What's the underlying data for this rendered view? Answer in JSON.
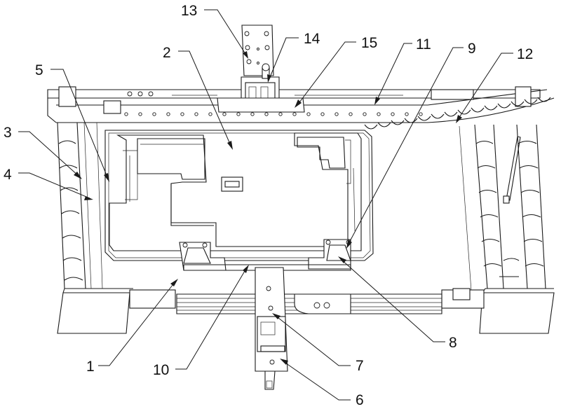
{
  "figure": {
    "type": "mechanical-assembly-drawing",
    "callouts": [
      {
        "id": "1",
        "label": "1"
      },
      {
        "id": "2",
        "label": "2"
      },
      {
        "id": "3",
        "label": "3"
      },
      {
        "id": "4",
        "label": "4"
      },
      {
        "id": "5",
        "label": "5"
      },
      {
        "id": "6",
        "label": "6"
      },
      {
        "id": "7",
        "label": "7"
      },
      {
        "id": "8",
        "label": "8"
      },
      {
        "id": "9",
        "label": "9"
      },
      {
        "id": "10",
        "label": "10"
      },
      {
        "id": "11",
        "label": "11"
      },
      {
        "id": "12",
        "label": "12"
      },
      {
        "id": "13",
        "label": "13"
      },
      {
        "id": "14",
        "label": "14"
      },
      {
        "id": "15",
        "label": "15"
      }
    ]
  }
}
